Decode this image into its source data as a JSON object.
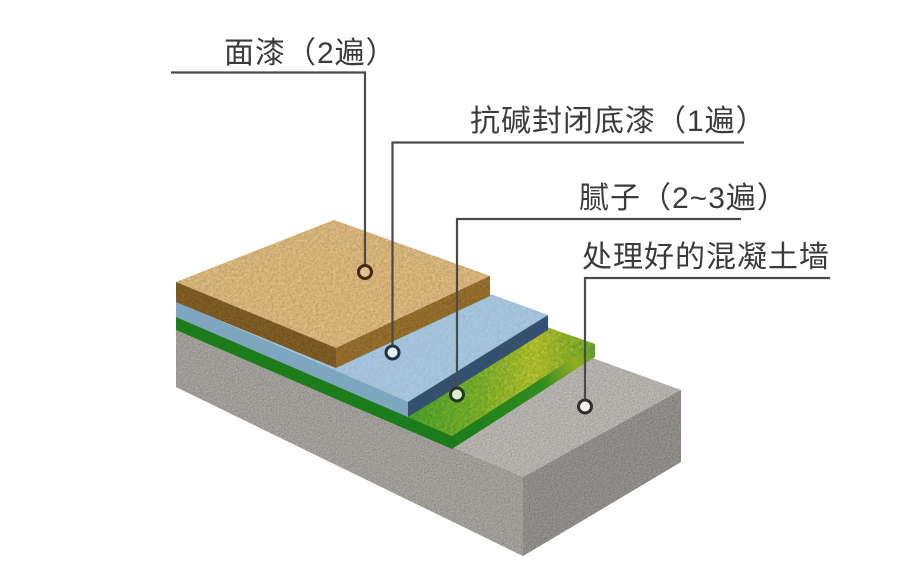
{
  "diagram": {
    "background_color": "#ffffff",
    "line_color": "#4a4a4a",
    "text_color": "#3b3b3b",
    "labels": [
      {
        "text": "面漆（2遍）",
        "layer": "topcoat",
        "marker_icon": "circle-marker"
      },
      {
        "text": "抗碱封闭底漆（1遍）",
        "layer": "primer",
        "marker_icon": "circle-marker"
      },
      {
        "text": "腻子（2~3遍）",
        "layer": "putty",
        "marker_icon": "circle-marker"
      },
      {
        "text": "处理好的混凝土墙",
        "layer": "concrete-wall",
        "marker_icon": "circle-marker"
      }
    ],
    "layers": [
      {
        "name": "topcoat",
        "top_color": "#d8b276",
        "side_color": "#7a551f"
      },
      {
        "name": "primer",
        "top_color": "#abc9e0",
        "side_color": "#33516e"
      },
      {
        "name": "putty",
        "top_color": "#42a42f",
        "side_color": "#1d7c1a",
        "highlight_color": "#c9cd30"
      },
      {
        "name": "concrete-wall",
        "top_color": "#b4b1ac",
        "side_color": "#8b8884"
      }
    ]
  }
}
